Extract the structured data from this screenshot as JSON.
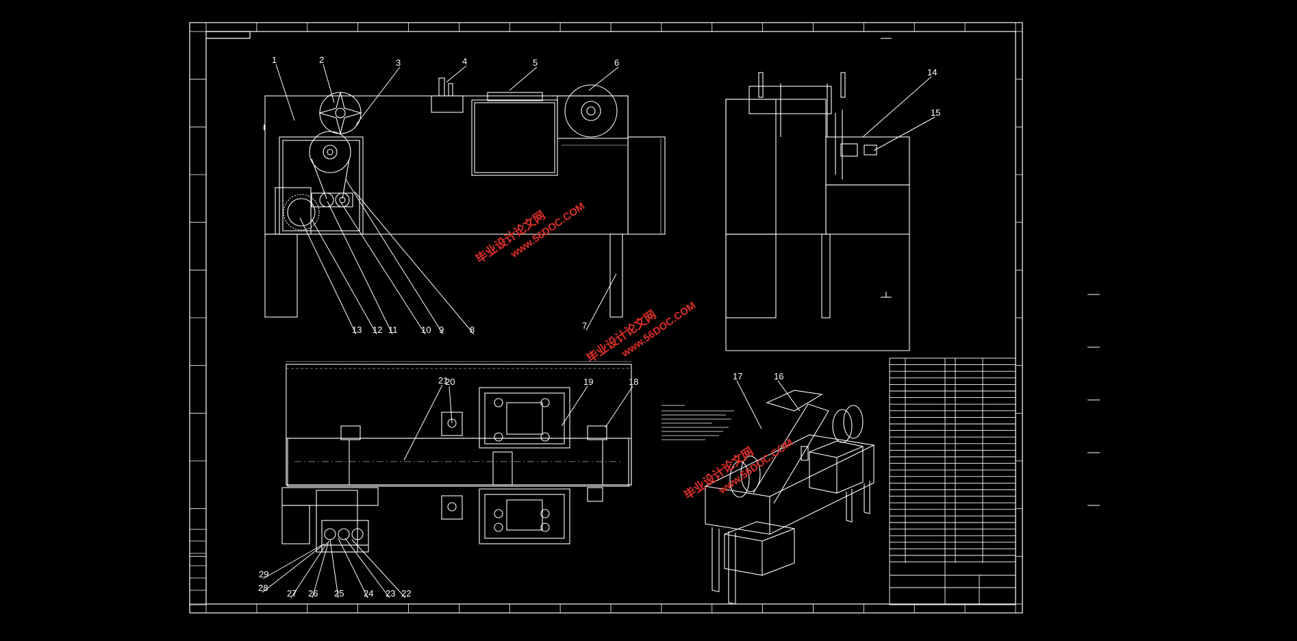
{
  "part_labels": [
    "1",
    "2",
    "3",
    "4",
    "5",
    "6",
    "7",
    "8",
    "9",
    "10",
    "11",
    "12",
    "13",
    "14",
    "15",
    "16",
    "17",
    "18",
    "19",
    "20",
    "21",
    "22",
    "23",
    "24",
    "25",
    "26",
    "27",
    "28",
    "29"
  ],
  "watermarks": [
    {
      "line1": "毕业设计论文网",
      "line2": "www.56DOC.COM"
    },
    {
      "line1": "毕业设计论文网",
      "line2": "www.56DOC.COM"
    },
    {
      "line1": "毕业设计论文网",
      "line2": "www.56DOC.COM"
    }
  ],
  "colors": {
    "background": "#000000",
    "lines": "#ffffff",
    "watermark": "#e0302a"
  }
}
